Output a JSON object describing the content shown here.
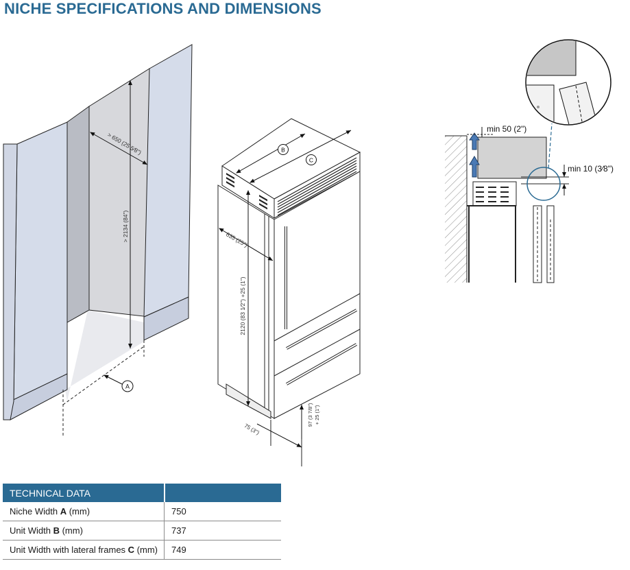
{
  "header": {
    "title": "NICHE SPECIFICATIONS AND DIMENSIONS"
  },
  "niche": {
    "depth_label": "> 650 (25 5⁄8\")",
    "height_label": "> 2134 (84\")",
    "width_marker": "A"
  },
  "unit": {
    "width_marker": "B",
    "frame_width_marker": "C",
    "depth_label": "635 (25\")",
    "height_label": "2120 (83 1⁄2\") +25 (1\")",
    "toe_label": "75 (3\")",
    "toe_height_label_1": "97 (3 7/8\")",
    "toe_height_label_2": "+ 25 (1\")"
  },
  "detail": {
    "top_gap_label": "min 50 (2\")",
    "side_gap_label": "min 10 (3⁄8\")"
  },
  "technical_data": {
    "header": "TECHNICAL DATA",
    "header_value": "",
    "rows": [
      {
        "label": "Niche Width ",
        "bold": "A",
        "unit": " (mm)",
        "value": "750"
      },
      {
        "label": "Unit Width ",
        "bold": "B",
        "unit": " (mm)",
        "value": "737"
      },
      {
        "label": "Unit Width with lateral frames ",
        "bold": "C",
        "unit": " (mm)",
        "value": "749"
      }
    ]
  }
}
